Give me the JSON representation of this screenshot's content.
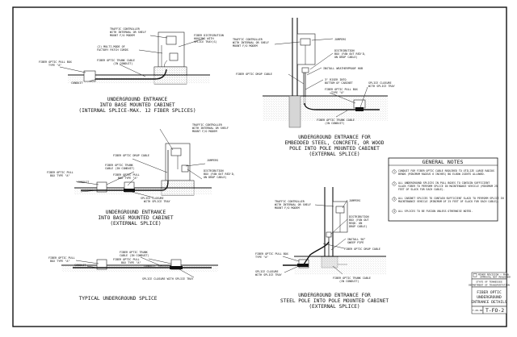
{
  "drawing": {
    "d1": {
      "title1": "UNDERGROUND ENTRANCE",
      "title2": "INTO BASE MOUNTED CABINET",
      "title3": "(INTERNAL SPLICE-MAX. 12 FIBER SPLICES)",
      "l_controller": [
        "TRAFFIC CONTROLLER",
        "WITH INTERNAL OR SHELF",
        "MOUNT F/O MODEM"
      ],
      "l_patch": [
        "(2) MULTI-MODE OF",
        "FACTORY PATCH CORDS"
      ],
      "l_splice": [
        "FIBER DISTRIBUTION",
        "HOUSING WITH",
        "SPLICE TRAY(S)"
      ],
      "l_trunk": [
        "FIBER OPTIC TRUNK CABLE",
        "(IN CONDUIT)"
      ],
      "l_pullbox": [
        "FIBER OPTIC PULL BOX",
        "TYPE \"A\""
      ],
      "l_conduit": "CONDUIT"
    },
    "d2": {
      "title1": "UNDERGROUND ENTRANCE FOR",
      "title2": "EMBEDDED STEEL, CONCRETE, OR WOOD",
      "title3": "POLE INTO POLE MOUNTED CABINET",
      "title4": "(EXTERNAL SPLICE)",
      "l_controller": [
        "TRAFFIC CONTROLLER",
        "WITH INTERNAL OR SHELF",
        "MOUNT F/O MODEM"
      ],
      "l_jumpers": "JUMPERS",
      "l_dist": [
        "DISTRIBUTION",
        "BOX (FAN OUT RED'D,",
        "ON DROP CABLE)"
      ],
      "l_hub": "INSTALL WEATHERPROOF HUB",
      "l_drop": "FIBER OPTIC DROP CABLE",
      "l_riser": [
        "3\" RISER INTO",
        "BOTTOM OF CABINET"
      ],
      "l_pullbox": [
        "FIBER OPTIC PULL BOX",
        "TYPE \"A\""
      ],
      "l_closure": [
        "SPLICE CLOSURE",
        "WITH SPLICE TRAY"
      ],
      "l_trunk": [
        "FIBER OPTIC TRUNK CABLE",
        "(IN CONDUIT)"
      ]
    },
    "d3": {
      "title1": "UNDERGROUND ENTRANCE",
      "title2": "INTO BASE MOUNTED CABINET",
      "title3": "(EXTERNAL SPLICE)",
      "l_controller": [
        "TRAFFIC CONTROLLER",
        "WITH INTERNAL OR SHELF",
        "MOUNT F/O MODEM"
      ],
      "l_drop": "FIBER OPTIC DROP CABLE",
      "l_jumpers": "JUMPERS",
      "l_dist": [
        "DISTRIBUTION",
        "BOX (FAN OUT RED'D,",
        "ON DROP CABLE)"
      ],
      "l_trunk": [
        "FIBER OPTIC TRUNK",
        "CABLE (IN CONDUIT)"
      ],
      "l_pullbox_a": [
        "FIBER OPTIC PULL",
        "BOX TYPE \"A\""
      ],
      "l_pullbox_b": [
        "FIBER OPTIC PULL",
        "BOX TYPE \"A\""
      ],
      "l_conduit": "CONDUIT",
      "l_closure": [
        "SPLICE CLOSURE",
        "WITH SPLICE TRAY"
      ]
    },
    "d4": {
      "title": "TYPICAL UNDERGROUND SPLICE",
      "l_pullbox_a": [
        "FIBER OPTIC PULL",
        "BOX TYPE \"A\""
      ],
      "l_conduit_a": "CONDUIT",
      "l_trunk": [
        "FIBER OPTIC TRUNK",
        "CABLE (IN CONDUIT)"
      ],
      "l_pullbox_b": [
        "FIBER OPTIC PULL",
        "BOX TYPE \"A\""
      ],
      "l_conduit_b": "CONDUIT",
      "l_closure": "SPLICE CLOSURE WITH SPLICE TRAY"
    },
    "d5": {
      "title1": "UNDERGROUND ENTRANCE FOR",
      "title2": "STEEL POLE INTO POLE MOUNTED CABINET",
      "title3": "(EXTERNAL SPLICE)",
      "l_controller": [
        "TRAFFIC CONTROLLER",
        "WITH INTERNAL OR SHELF",
        "MOUNT F/O MODEM"
      ],
      "l_jumpers": "JUMPERS",
      "l_dist": [
        "DISTRIBUTION",
        "BOX (FAN OUT",
        "REQD. ON",
        "DROP CABLE)"
      ],
      "l_sweep": [
        "INSTALL 90°",
        "SWEEP PIPE"
      ],
      "l_pullbox": [
        "FIBER OPTIC PULL BOX",
        "TYPE \"A\""
      ],
      "l_drop": "FIBER OPTIC DROP CABLE",
      "l_closure": [
        "SPLICE CLOSURE",
        "WITH SPLICE TRAY"
      ],
      "l_trunk": [
        "FIBER OPTIC TRUNK CABLE",
        "(IN CONDUIT)"
      ]
    }
  },
  "notes": {
    "title": "GENERAL NOTES",
    "items": [
      {
        "num": "1",
        "lines": [
          "CONDUIT FOR FIBER OPTIC CABLE REQUIRED TO UTILIZE LARGE RADIUS",
          "BENDS (MINIMUM RADIUS 6 INCHES) NO ELBOW JOINTS ALLOWED."
        ]
      },
      {
        "num": "2",
        "lines": [
          "ALL UNDERGROUND SPLICES IN PULL BOXES TO CONTAIN SUFFICIENT",
          "SLACK FIBER TO PERFORM SPLICE IN MAINTENANCE VEHICLE (MINIMUM 25",
          "FEET OF SLACK FOR EACH CABLE)."
        ]
      },
      {
        "num": "3",
        "lines": [
          "ALL CABINET SPLICES TO CONTAIN SUFFICIENT SLACK TO PERFORM SPLICE IN",
          "MAINTENANCE VEHICLE (MINIMUM OF 25 FEET OF SLACK FOR EACH CABLE)."
        ]
      },
      {
        "num": "4",
        "lines": [
          "ALL SPLICES TO BE FUSION UNLESS OTHERWISE NOTED."
        ]
      }
    ]
  },
  "titleblock": {
    "revision": [
      "MINOR REVISION — FHWA",
      "APPROVAL NOT REQUIRED"
    ],
    "state": "STATE OF TENNESSEE",
    "dept": "DEPARTMENT OF TRANSPORTATION",
    "title": [
      "FIBER OPTIC",
      "UNDERGROUND",
      "ENTRANCE DETAILS"
    ],
    "date": "7-29-04",
    "sheet": "T-FO-2"
  }
}
